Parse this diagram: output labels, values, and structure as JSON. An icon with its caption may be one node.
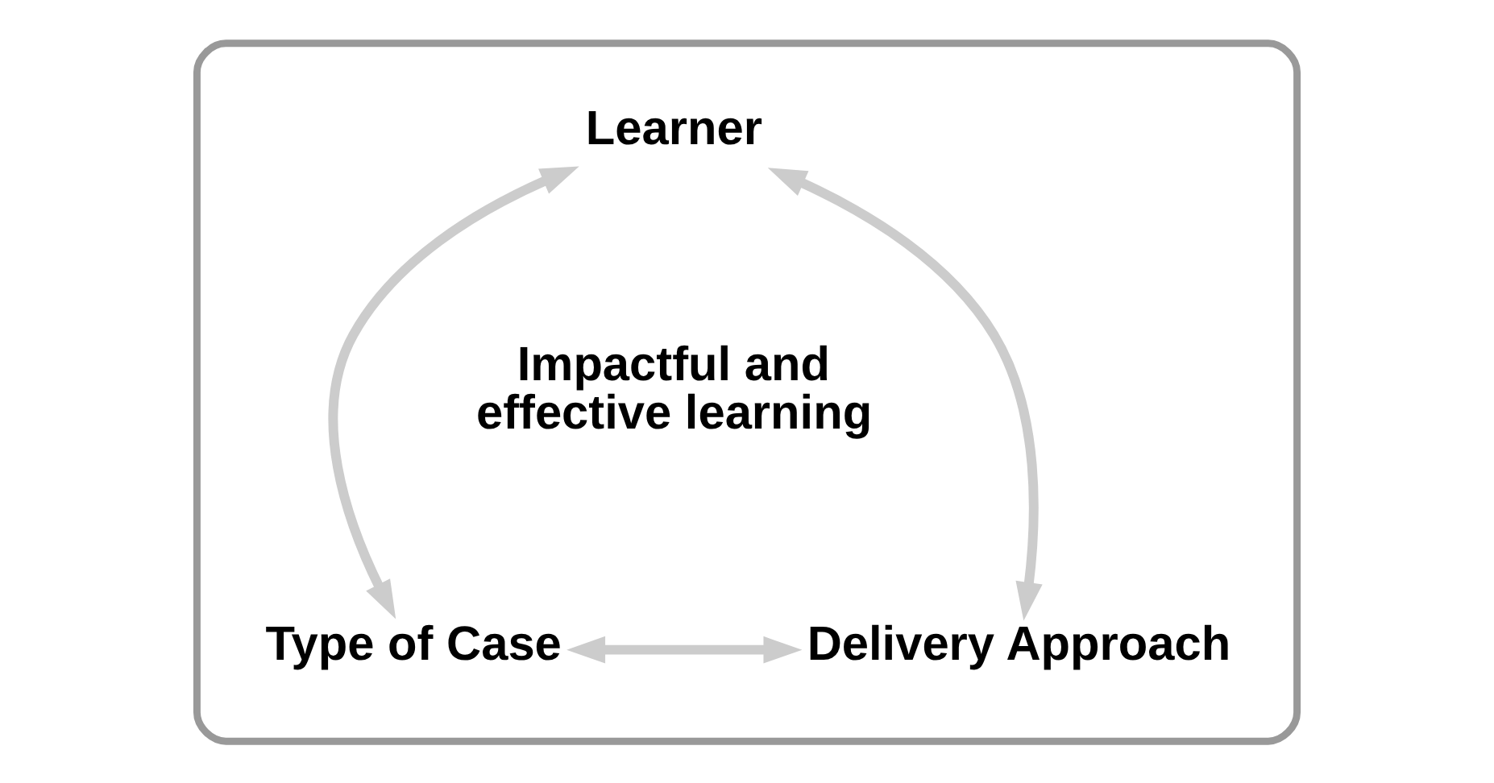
{
  "diagram": {
    "nodes": [
      {
        "text": [],
        "shape": "box"
      },
      {
        "text": [
          "Learner"
        ],
        "in": 0
      },
      {
        "text": [
          "Type of Case"
        ],
        "in": 0
      },
      {
        "text": [
          "Delivery Approach"
        ],
        "in": 0
      }
    ],
    "edges": [
      {
        "from": 1,
        "to": 2,
        "arrow": "both"
      },
      {
        "from": 1,
        "to": 3,
        "arrow": "both"
      },
      {
        "from": 2,
        "to": 3,
        "arrow": "both"
      }
    ],
    "labels": [
      "Impactful and effective learning"
    ]
  }
}
